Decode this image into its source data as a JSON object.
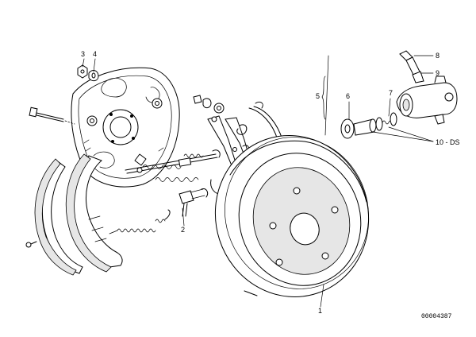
{
  "labels": {
    "l1": "1",
    "l2": "2",
    "l3": "3",
    "l4": "4",
    "l5": "5",
    "l6": "6",
    "l7": "7",
    "l8": "8",
    "l9": "9",
    "l10": "10 - DS"
  },
  "reference_number": "00004387"
}
